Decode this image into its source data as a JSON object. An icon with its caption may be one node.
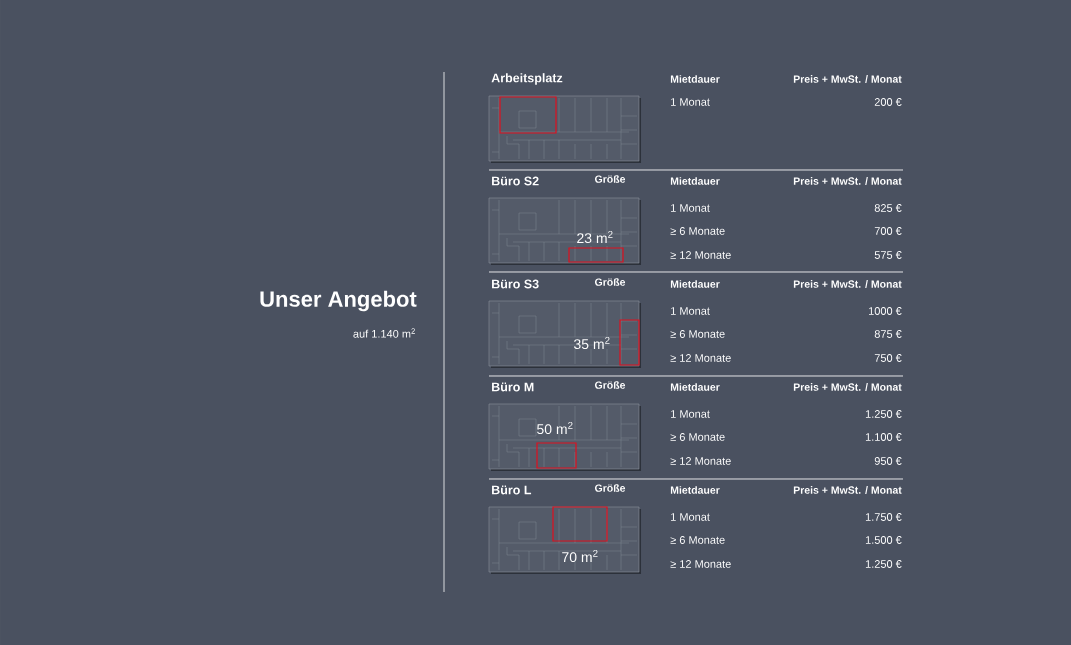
{
  "diagram": {
    "title": "Unser Angebot",
    "labels": [
      "auf 1.140 m$^{2}$",
      "Arbeitsplatz",
      "Mietdauer",
      "Preis + MwSt. / Monat",
      "1 Monat",
      "200 €",
      "Büro S2",
      "Größe",
      "Mietdauer",
      "Preis + MwSt. / Monat",
      "23 m$^{2}$",
      "1 Monat",
      "825 €",
      "≥ 6 Monate",
      "700 €",
      "≥ 12 Monate",
      "575 €",
      "Büro S3",
      "Größe",
      "Mietdauer",
      "Preis + MwSt. / Monat",
      "35 m$^{2}$",
      "1 Monat",
      "1000 €",
      "≥ 6 Monate",
      "875 €",
      "≥ 12 Monate",
      "750 €",
      "Büro M",
      "Größe",
      "Mietdauer",
      "Preis + MwSt. / Monat",
      "50 m$^{2}$",
      "1 Monat",
      "1.250 €",
      "≥ 6 Monate",
      "1.100 €",
      "≥ 12 Monate",
      "950 €",
      "Büro L",
      "Größe",
      "Mietdauer",
      "Preis + MwSt. / Monat",
      "70 m$^{2}$",
      "1 Monat",
      "1.750 €",
      "≥ 6 Monate",
      "1.500 €",
      "≥ 12 Monate",
      "1.250 €"
    ]
  }
}
